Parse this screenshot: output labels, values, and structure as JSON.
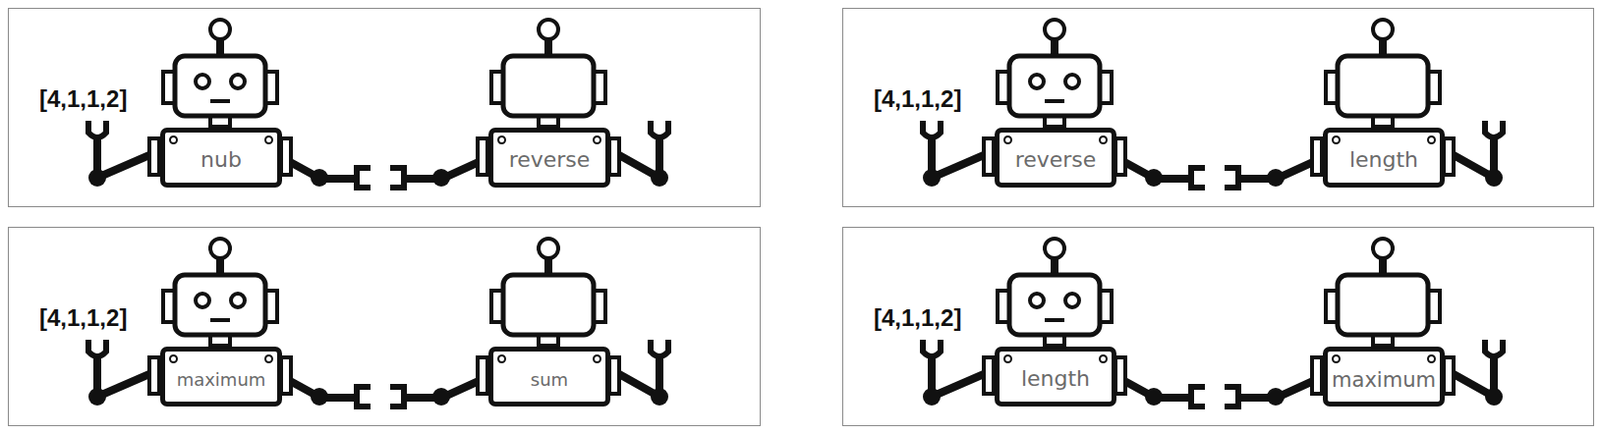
{
  "diagram": {
    "nodes": [
      {
        "text": [
          "[4,1,1,2]"
        ]
      },
      {
        "text": [
          "nub"
        ],
        "in": 0
      },
      {
        "text": [
          "reverse"
        ],
        "in": 0
      },
      {
        "text": [
          "[4,1,1,2]"
        ]
      },
      {
        "text": [
          "reverse"
        ],
        "in": 3
      },
      {
        "text": [
          "length"
        ],
        "in": 3
      },
      {
        "text": [
          "[4,1,1,2]"
        ]
      },
      {
        "text": [
          "maximum"
        ],
        "in": 6
      },
      {
        "text": [
          "sum"
        ],
        "in": 6
      },
      {
        "text": [
          "[4,1,1,2]"
        ]
      },
      {
        "text": [
          "length"
        ],
        "in": 9
      },
      {
        "text": [
          "maximum"
        ],
        "in": 9
      }
    ],
    "edges": [
      {
        "from": 1,
        "to": 2,
        "arrow": "none"
      },
      {
        "from": 4,
        "to": 5,
        "arrow": "none"
      },
      {
        "from": 7,
        "to": 8,
        "arrow": "none"
      },
      {
        "from": 10,
        "to": 11,
        "arrow": "none"
      }
    ]
  }
}
